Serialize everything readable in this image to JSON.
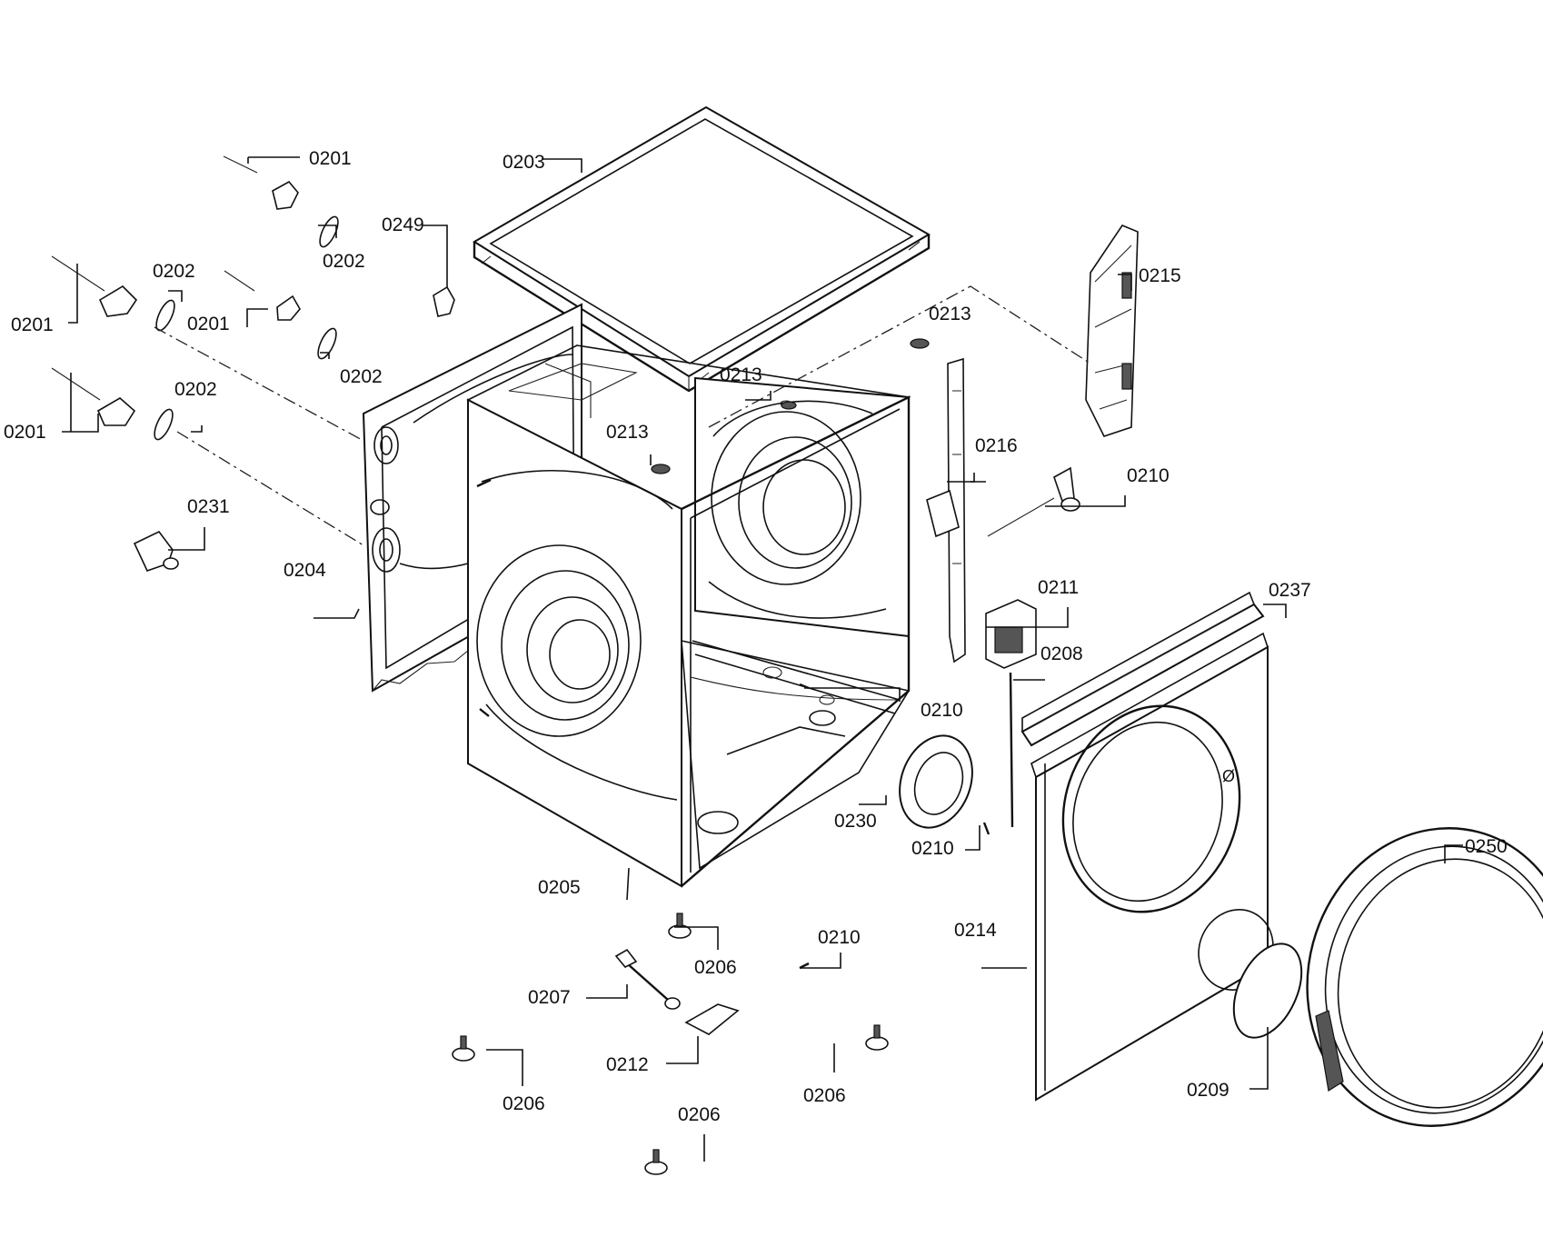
{
  "callouts": {
    "c0201a": "0201",
    "c0201b": "0201",
    "c0201c": "0201",
    "c0201d": "0201",
    "c0202a": "0202",
    "c0202b": "0202",
    "c0202c": "0202",
    "c0202d": "0202",
    "c0203": "0203",
    "c0204": "0204",
    "c0205": "0205",
    "c0206a": "0206",
    "c0206b": "0206",
    "c0206c": "0206",
    "c0206d": "0206",
    "c0207": "0207",
    "c0208": "0208",
    "c0209": "0209",
    "c0210a": "0210",
    "c0210b": "0210",
    "c0210c": "0210",
    "c0210d": "0210",
    "c0211": "0211",
    "c0212": "0212",
    "c0213a": "0213",
    "c0213b": "0213",
    "c0213c": "0213",
    "c0214": "0214",
    "c0215": "0215",
    "c0216": "0216",
    "c0230": "0230",
    "c0231": "0231",
    "c0237": "0237",
    "c0249": "0249",
    "c0250": "0250"
  }
}
